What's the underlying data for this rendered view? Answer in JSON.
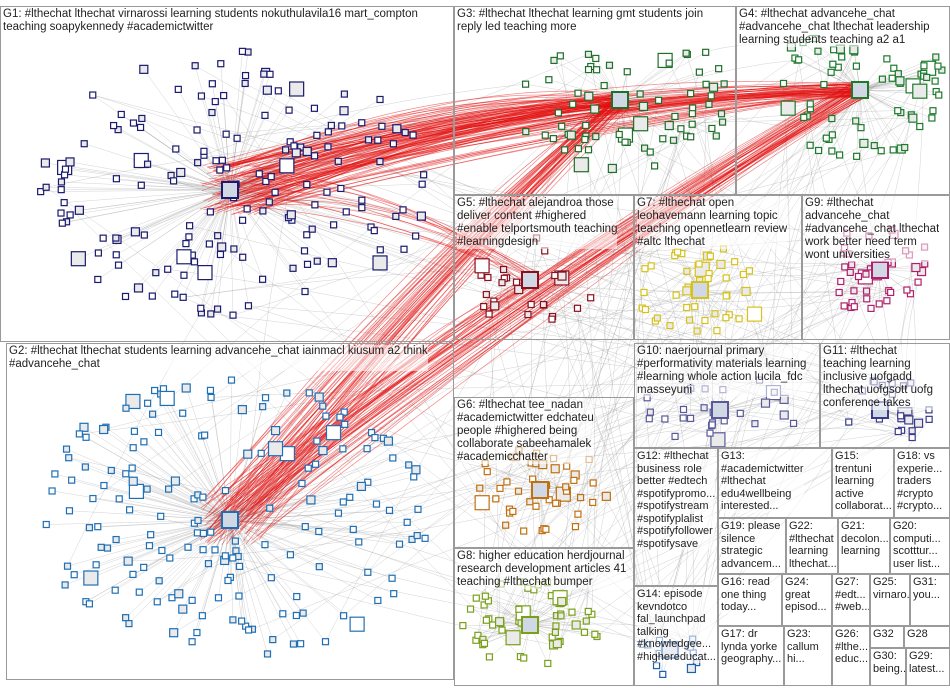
{
  "colors": {
    "edge_gray": "#9b9b9b",
    "edge_red": "#e31010",
    "box_border": "#9a9a9a",
    "label_text": "#1f1f1f"
  },
  "groups": [
    {
      "id": "G1",
      "label": "G1: #lthechat lthechat virnarossi learning students nokuthulavila16 mart_compton\nteaching soapykennedy #academictwitter",
      "node_color": "#1a1a6e"
    },
    {
      "id": "G3",
      "label": "G3: #lthechat lthechat learning gmt students join\nreply led teaching more",
      "node_color": "#1f6e2a"
    },
    {
      "id": "G4",
      "label": "G4: #lthechat advancehe_chat\n#advancehe_chat lthechat leadership\nlearning students teaching a2 a1",
      "node_color": "#1d7a2c"
    },
    {
      "id": "G5",
      "label": "G5: #lthechat alejandroa those\ndeliver content #highered\n#enable telportsmouth teaching\n#learningdesign",
      "node_color": "#8a1020"
    },
    {
      "id": "G7",
      "label": "G7: #lthechat open\nleohavemann learning topic\nteaching opennetlearn review\n#altc lthechat",
      "node_color": "#d6c21a"
    },
    {
      "id": "G9",
      "label": "G9: #lthechat\nadvancehe_chat\n#advancehe_chat lthechat\nwork better need term\nwont universities",
      "node_color": "#b0206a"
    },
    {
      "id": "G2",
      "label": "G2: #lthechat lthechat students learning advancehe_chat iainmacl kiusum a2 think\n#advancehe_chat",
      "node_color": "#1f6fb5"
    },
    {
      "id": "G10",
      "label": "G10: naerjournal primary\n#performativity materials learning\n#learning whole action lucila_fdc\nmasseyuni",
      "node_color": "#5a5a9a"
    },
    {
      "id": "G11",
      "label": "G11: #lthechat\nteaching learning\ninclusive uofgadd\nlthechat uofgsott uofg\nconference takes",
      "node_color": "#3a3a8a"
    },
    {
      "id": "G6",
      "label": "G6: #lthechat tee_nadan\n#academictwitter edchateu\npeople #highered being\ncollaborate sabeehamalek\n#academicchatter",
      "node_color": "#c07010"
    },
    {
      "id": "G12",
      "label": "G12: #lthechat\nbusiness role\nbetter #edtech\n#spotifypromo...\n#spotifystream\n#spotifyplalist\n#spotifyfollower\n#spotifysave",
      "node_color": "#444444"
    },
    {
      "id": "G13",
      "label": "G13:\n#academictwitter\n#lthechat\nedu4wellbeing\ninterested...",
      "node_color": "#555555"
    },
    {
      "id": "G15",
      "label": "G15:\ntrentuni\nlearning\nactive\ncollaborat...",
      "node_color": "#555555"
    },
    {
      "id": "G18",
      "label": "G18: vs\nexperie...\ntraders\n#crypto\n#crypto...",
      "node_color": "#555555"
    },
    {
      "id": "G8",
      "label": "G8: higher education herdjournal\nresearch development articles 41\nteaching #lthechat bumper",
      "node_color": "#7aa01a"
    },
    {
      "id": "G19",
      "label": "G19: please\nsilence\nstrategic\nadvancem...",
      "node_color": "#555555"
    },
    {
      "id": "G22",
      "label": "G22:\n#lthechat\nlearning\nlthechat...",
      "node_color": "#555555"
    },
    {
      "id": "G21",
      "label": "G21: decolon...\nlearning",
      "node_color": "#555555"
    },
    {
      "id": "G20",
      "label": "G20:\ncomputi...\nscotttur...\nuser list...",
      "node_color": "#555555"
    },
    {
      "id": "G14",
      "label": "G14: episode\nkevndotco\nfal_launchpad\ntalking\n#knowledgee...\n#highereducat...",
      "node_color": "#1f5fb0"
    },
    {
      "id": "G16",
      "label": "G16: read\none thing\ntoday...",
      "node_color": "#555555"
    },
    {
      "id": "G24",
      "label": "G24:\ngreat\nepisod...",
      "node_color": "#555555"
    },
    {
      "id": "G27",
      "label": "G27:\n#edt...\n#web...",
      "node_color": "#555555"
    },
    {
      "id": "G25",
      "label": "G25:\nvirnaro...",
      "node_color": "#555555"
    },
    {
      "id": "G31",
      "label": "G31:\nyou...",
      "node_color": "#555555"
    },
    {
      "id": "G32",
      "label": "G32",
      "node_color": "#555555"
    },
    {
      "id": "G28",
      "label": "G28",
      "node_color": "#555555"
    },
    {
      "id": "G17",
      "label": "G17: dr\nlynda yorke\ngeography...",
      "node_color": "#555555"
    },
    {
      "id": "G23",
      "label": "G23:\ncallum\nhi...",
      "node_color": "#555555"
    },
    {
      "id": "G26",
      "label": "G26:\n#lthe...\neduc...",
      "node_color": "#555555"
    },
    {
      "id": "G30",
      "label": "G30:\nbeing...",
      "node_color": "#555555"
    },
    {
      "id": "G29",
      "label": "G29:\nlatest...",
      "node_color": "#555555"
    }
  ]
}
